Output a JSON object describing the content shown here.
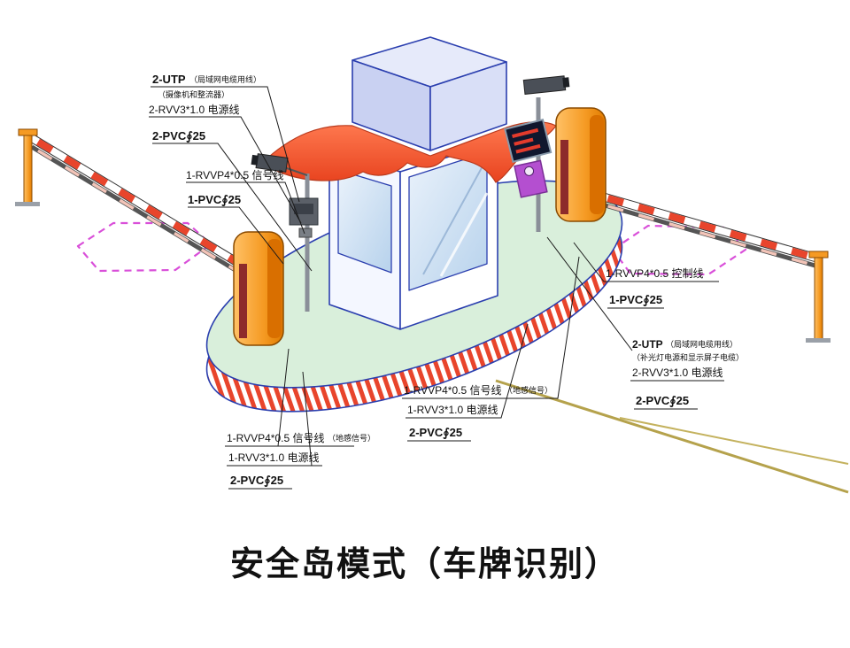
{
  "title": "安全岛模式（车牌识别）",
  "labels": {
    "top_left": {
      "utp": "2-UTP",
      "utp_note": "（局域网电缆用线）",
      "note2": "（摄像机和整流器）",
      "power": "2-RVV3*1.0 电源线",
      "pvc": "2-PVC∮25"
    },
    "left_mid": {
      "signal": "1-RVVP4*0.5 信号线",
      "pvc": "1-PVC∮25"
    },
    "left_low": {
      "signal": "1-RVVP4*0.5 信号线",
      "signal_note": "（地感信号）",
      "power": "1-RVV3*1.0 电源线",
      "pvc": "2-PVC∮25"
    },
    "center_low": {
      "signal": "1-RVVP4*0.5 信号线",
      "signal_note": "（地感信号）",
      "power": "1-RVV3*1.0 电源线",
      "pvc": "2-PVC∮25"
    },
    "right_mid": {
      "signal": "1-RVVP4*0.5 控制线",
      "pvc": "1-PVC∮25"
    },
    "right_low": {
      "utp": "2-UTP",
      "utp_note": "（局域网电缆用线）",
      "note2": "（补光灯电源和显示屏子电缆）",
      "power": "2-RVV3*1.0 电源线",
      "pvc": "2-PVC∮25"
    }
  },
  "colors": {
    "outline_blue": "#2b3faf",
    "island_green": "#d9efdb",
    "stripe_red": "#e8452c",
    "cabinet_orange": "#f59a23",
    "roof_orange": "#ef5023",
    "loop_magenta": "#d94fd9",
    "ground_tan": "#b5a24c"
  }
}
